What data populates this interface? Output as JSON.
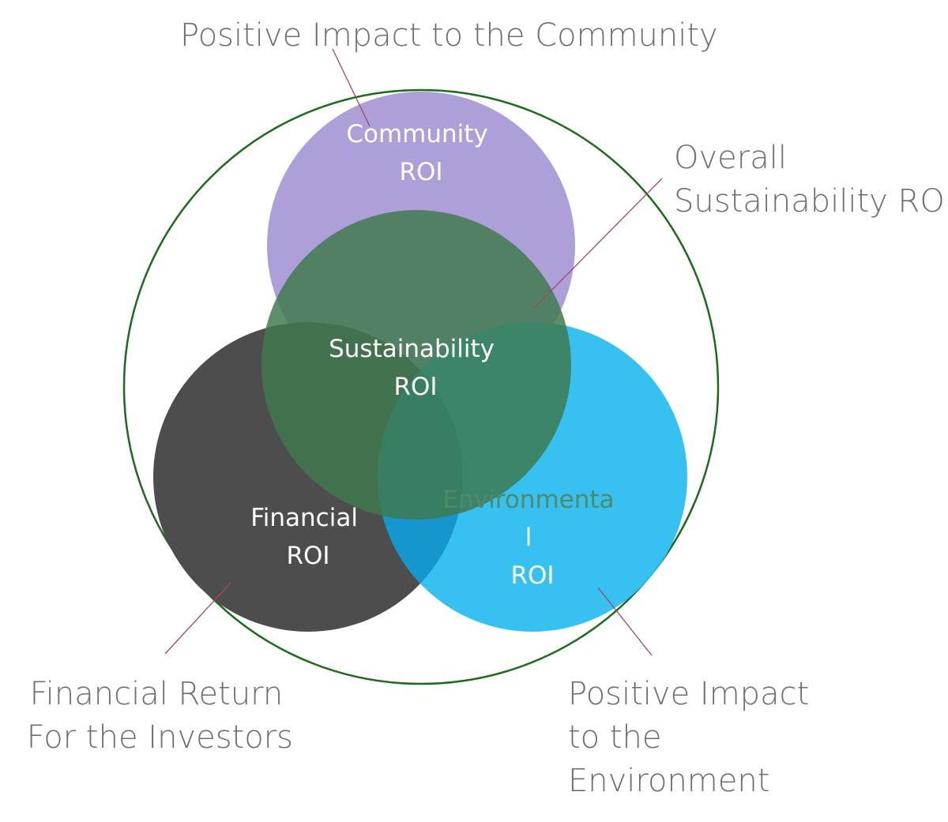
{
  "diagram": {
    "callouts": {
      "community": "Positive Impact to the Community",
      "overall": [
        "Overall",
        "Sustainability ROI"
      ],
      "financial": [
        "Financial Return",
        "For the Investors"
      ],
      "environment": [
        "Positive Impact",
        "to the",
        "Environment"
      ]
    },
    "circles": {
      "community": {
        "lines": [
          "Community",
          "ROI"
        ],
        "color": "#ad9fd8"
      },
      "financial": {
        "lines": [
          "Financial",
          "ROI"
        ],
        "color": "#4d4d4d"
      },
      "environmental": {
        "lines": [
          "Environmenta",
          "l",
          "ROI"
        ],
        "color": "#2fbff0"
      },
      "sustainability": {
        "lines": [
          "Sustainability",
          "ROI"
        ],
        "color": "#4b7f5c"
      },
      "outer_ring_color": "#1a6b1a"
    }
  }
}
